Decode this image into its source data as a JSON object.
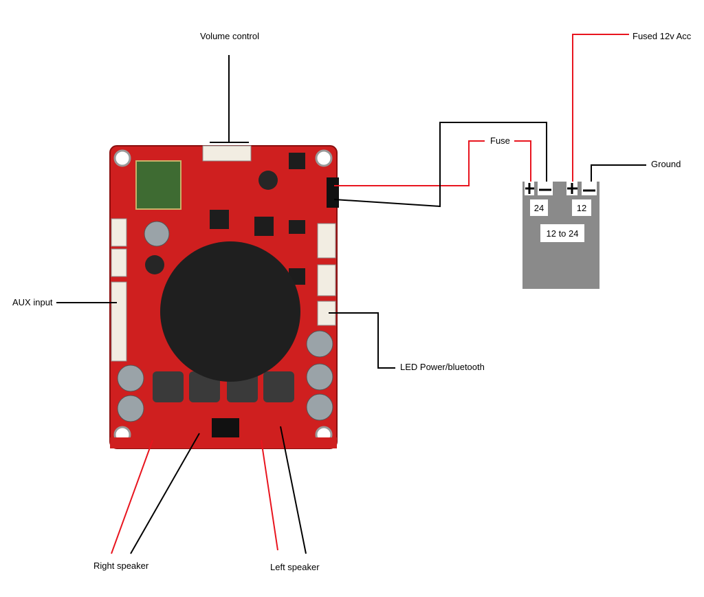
{
  "labels": {
    "volume_control": "Volume control",
    "fused_12v_acc": "Fused 12v Acc",
    "fuse": "Fuse",
    "ground": "Ground",
    "aux_input": "AUX input",
    "led_power_bluetooth": "LED Power/bluetooth",
    "right_speaker": "Right speaker",
    "left_speaker": "Left speaker"
  },
  "converter": {
    "out_label": "24",
    "in_label": "12",
    "title": "12 to 24",
    "plus_symbol": "+",
    "minus_symbol": "−"
  },
  "board": {
    "speaker_drum_color": "#222222",
    "pcb_color": "#d01c1c"
  },
  "wire_colors": {
    "positive": "#e8141e",
    "negative": "#000000"
  }
}
